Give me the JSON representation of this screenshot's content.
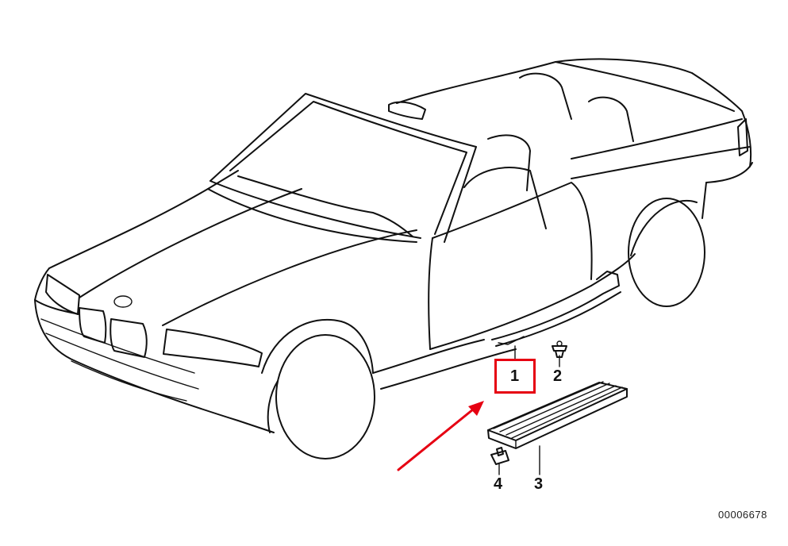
{
  "diagram": {
    "callouts": [
      {
        "id": "1",
        "label": "1"
      },
      {
        "id": "2",
        "label": "2"
      },
      {
        "id": "3",
        "label": "3"
      },
      {
        "id": "4",
        "label": "4"
      }
    ],
    "drawing_number": "00006678",
    "highlight_color": "#e60012",
    "line_color": "#111111"
  }
}
